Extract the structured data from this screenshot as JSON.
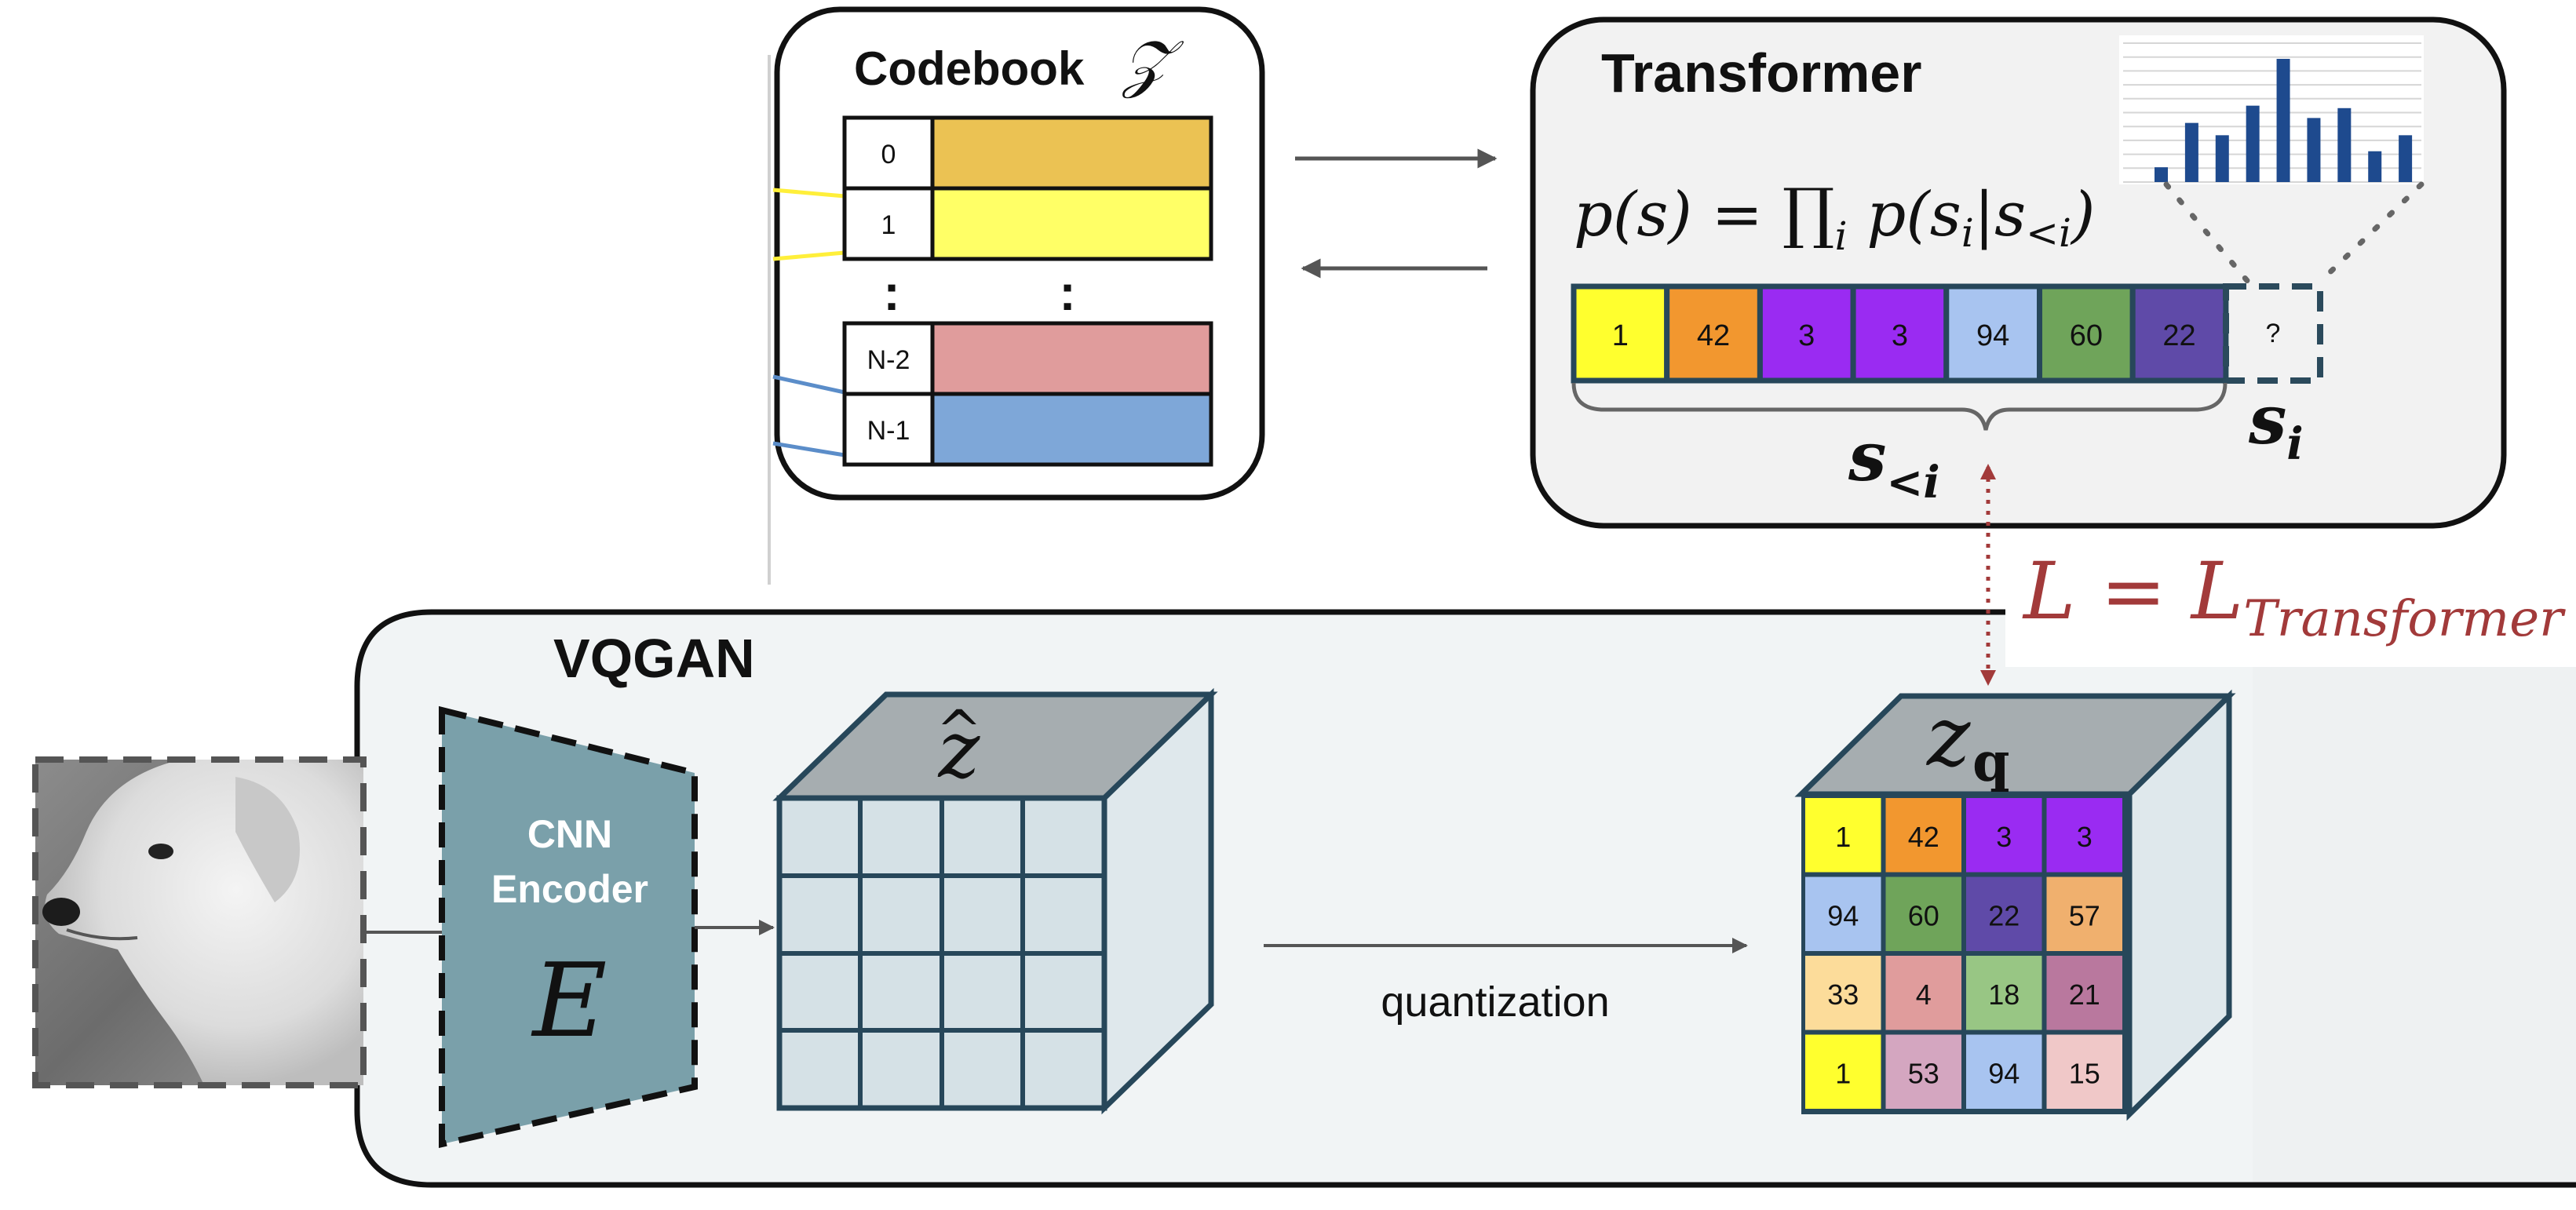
{
  "codebook": {
    "title": "Codebook",
    "symbol": "𝒵",
    "entries": [
      {
        "index": "0",
        "color": "#ebc253"
      },
      {
        "index": "1",
        "color": "#ffff66"
      },
      {
        "index": "N-2",
        "color": "#e09c9c"
      },
      {
        "index": "N-1",
        "color": "#7ea7d8"
      }
    ],
    "ellipsis": ":"
  },
  "transformer": {
    "title": "Transformer",
    "formula": {
      "lhs": "p(s) = ",
      "prod": "∏",
      "sub_i": "i",
      "rhs_start": " p(s",
      "rhs_i": "i",
      "rhs_mid": "|s",
      "rhs_lt": "<i",
      "rhs_end": ")"
    },
    "sequence": [
      {
        "value": "1",
        "color": "#ffff2e"
      },
      {
        "value": "42",
        "color": "#f2972f"
      },
      {
        "value": "3",
        "color": "#9a2bf2"
      },
      {
        "value": "3",
        "color": "#9a2bf2"
      },
      {
        "value": "94",
        "color": "#a8c4f0"
      },
      {
        "value": "60",
        "color": "#6fa45a"
      },
      {
        "value": "22",
        "color": "#5f4aa8"
      }
    ],
    "unknown": "?",
    "label_context": {
      "base": "s",
      "sub": "<i"
    },
    "label_current": {
      "base": "s",
      "sub": "i"
    },
    "histogram": [
      0.12,
      0.48,
      0.38,
      0.62,
      1.0,
      0.52,
      0.6,
      0.25,
      0.38
    ]
  },
  "loss": {
    "lhs": "L = L",
    "sub": "Transformer"
  },
  "vqgan": {
    "title": "VQGAN",
    "encoder": {
      "line1": "CNN",
      "line2": "Encoder",
      "symbol": "E"
    },
    "zhat": {
      "base": "z",
      "accent": "^"
    },
    "quantization_label": "quantization",
    "zq": {
      "base": "z",
      "sub": "q"
    },
    "grid": [
      [
        {
          "value": "1",
          "color": "#ffff2e"
        },
        {
          "value": "42",
          "color": "#f2972f"
        },
        {
          "value": "3",
          "color": "#9a2bf2"
        },
        {
          "value": "3",
          "color": "#9a2bf2"
        }
      ],
      [
        {
          "value": "94",
          "color": "#a8c4f0"
        },
        {
          "value": "60",
          "color": "#6fa45a"
        },
        {
          "value": "22",
          "color": "#5f4aa8"
        },
        {
          "value": "57",
          "color": "#f0b06e"
        }
      ],
      [
        {
          "value": "33",
          "color": "#fcdc9a"
        },
        {
          "value": "4",
          "color": "#e09c9c"
        },
        {
          "value": "18",
          "color": "#98c684"
        },
        {
          "value": "21",
          "color": "#b9789e"
        }
      ],
      [
        {
          "value": "1",
          "color": "#ffff2e"
        },
        {
          "value": "53",
          "color": "#d4a6c0"
        },
        {
          "value": "94",
          "color": "#a8c4f0"
        },
        {
          "value": "15",
          "color": "#f0c8c8"
        }
      ]
    ]
  },
  "colors": {
    "panel_fill": "#f1f4f5",
    "cube_top": "#a6adb0",
    "cube_front": "#d5e1e6",
    "cube_side": "#dfe8ec",
    "cube_edge": "#27475a",
    "encoder_fill": "#7aa0aa",
    "loss_red": "#a23a3a",
    "hist_bar": "#1e4a8e"
  }
}
